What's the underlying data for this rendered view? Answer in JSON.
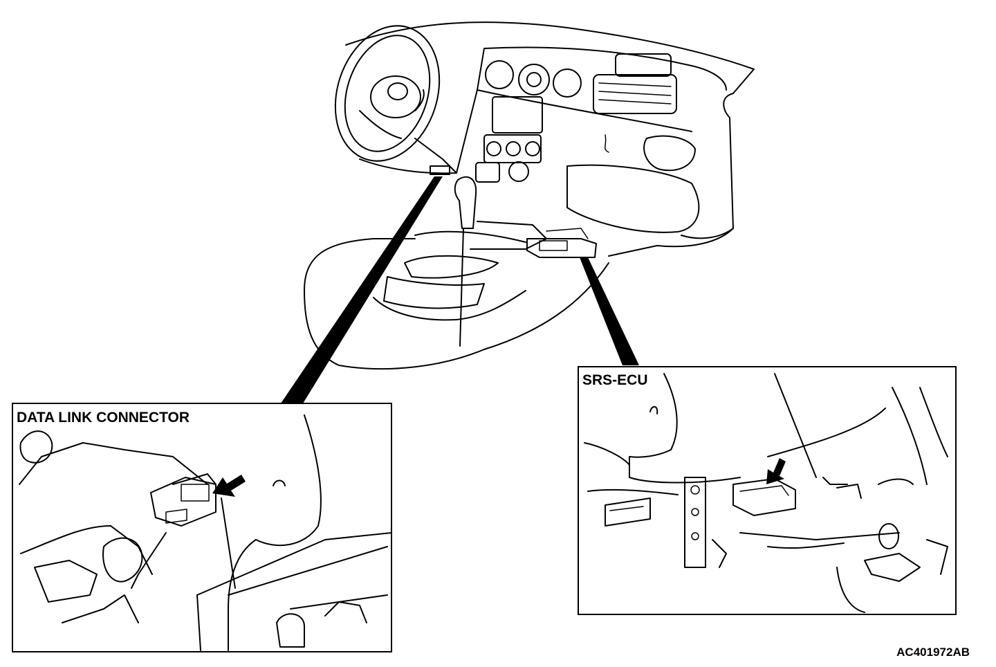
{
  "callouts": {
    "data_link": {
      "label": "DATA LINK CONNECTOR"
    },
    "srs_ecu": {
      "label": "SRS-ECU"
    }
  },
  "figure_code": "AC401972AB",
  "colors": {
    "line": "#000000",
    "background": "#ffffff"
  }
}
